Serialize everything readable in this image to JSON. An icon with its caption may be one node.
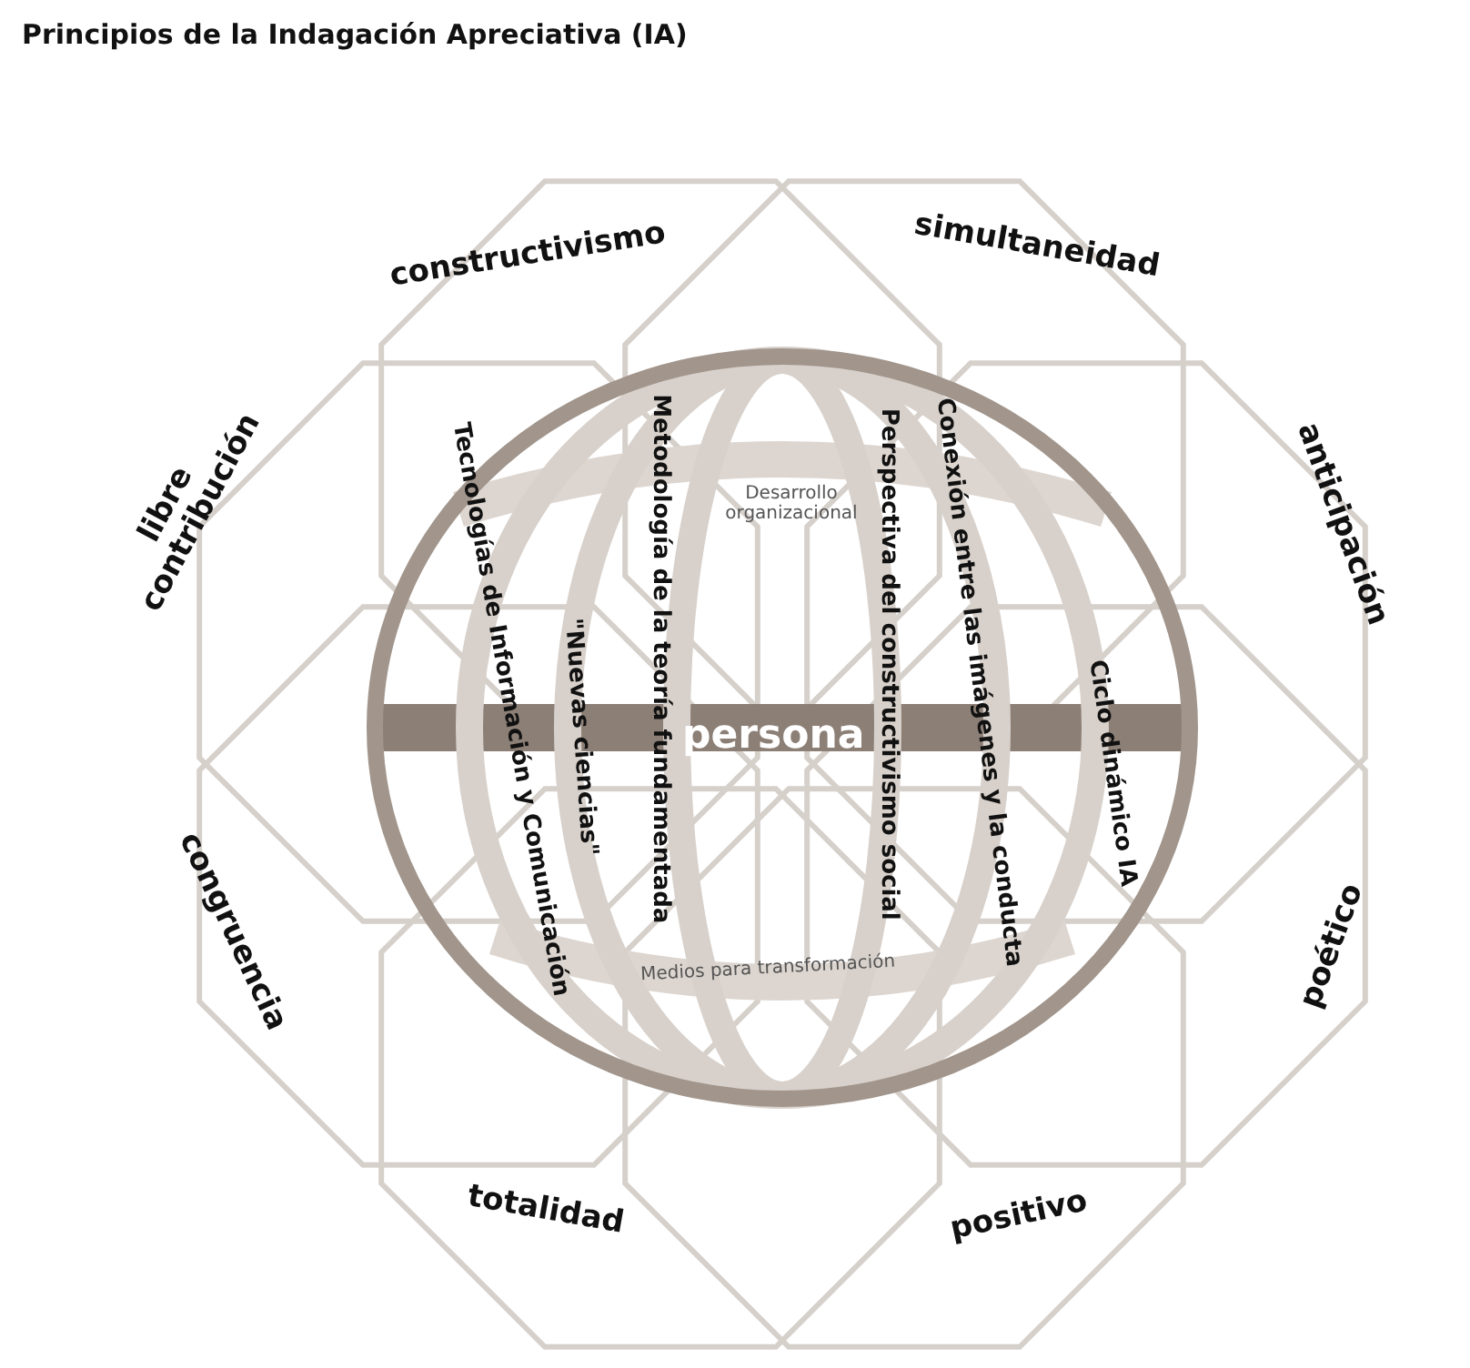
{
  "diagram": {
    "title": "Principios de la Indagación Apreciativa (IA)",
    "nodes": [
      {
        "text": [
          "constructivismo"
        ]
      },
      {
        "text": [
          "simultaneidad"
        ]
      },
      {
        "text": [
          "anticipación"
        ]
      },
      {
        "text": [
          "poético"
        ]
      },
      {
        "text": [
          "positivo"
        ]
      },
      {
        "text": [
          "totalidad"
        ]
      },
      {
        "text": [
          "congruencia"
        ]
      },
      {
        "text": [
          "libre contribución"
        ]
      },
      {
        "text": [],
        "shape": "circle"
      },
      {
        "text": [
          "Tecnologías de Información y Comunicación"
        ],
        "in": 8
      },
      {
        "text": [
          "\"Nuevas ciencias\""
        ]
      },
      {
        "text": [
          "Metodología de la teoría fundamentada"
        ]
      },
      {
        "text": [
          "Perspectiva del constructivismo social"
        ]
      },
      {
        "text": [
          "Conexión entre las imágenes y la conducta"
        ],
        "in": 8
      },
      {
        "text": [
          "Ciclo dinámico IA"
        ]
      },
      {
        "text": [
          "Desarrollo organizacional"
        ]
      },
      {
        "text": [
          "persona"
        ],
        "in": 8
      },
      {
        "text": [
          "Medios para transformación"
        ]
      }
    ],
    "edges": []
  }
}
